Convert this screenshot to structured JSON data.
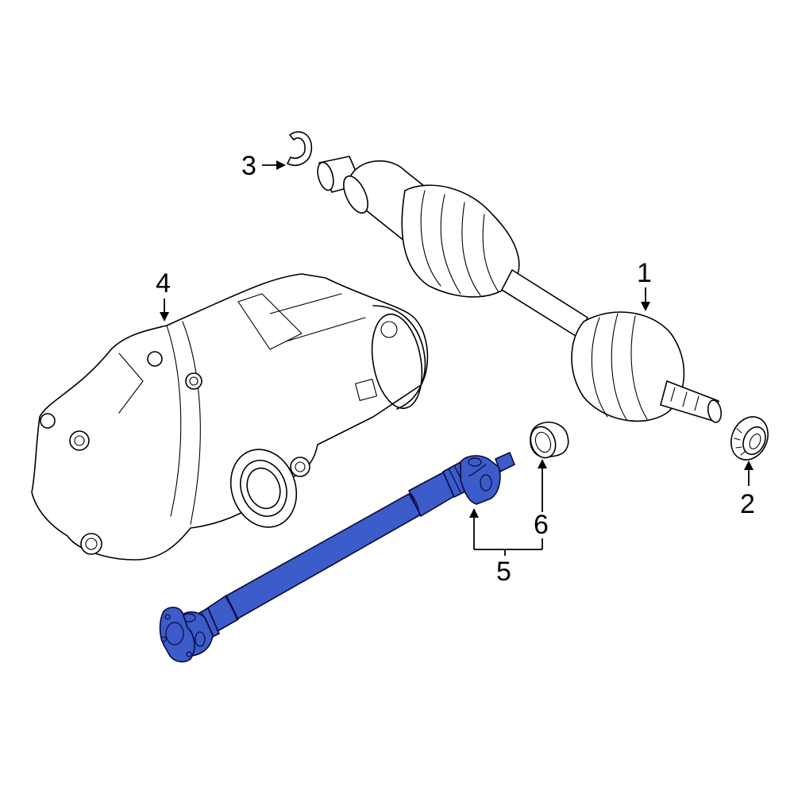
{
  "diagram": {
    "type": "exploded-parts-diagram",
    "highlight_color": "#3b5cc9",
    "callouts": [
      {
        "id": "1",
        "label": "1",
        "part": "axle-shaft-assembly"
      },
      {
        "id": "2",
        "label": "2",
        "part": "axle-nut"
      },
      {
        "id": "3",
        "label": "3",
        "part": "retaining-clip"
      },
      {
        "id": "4",
        "label": "4",
        "part": "front-differential"
      },
      {
        "id": "5",
        "label": "5",
        "part": "drive-shaft",
        "highlighted": true
      },
      {
        "id": "6",
        "label": "6",
        "part": "seal-bushing"
      }
    ]
  }
}
